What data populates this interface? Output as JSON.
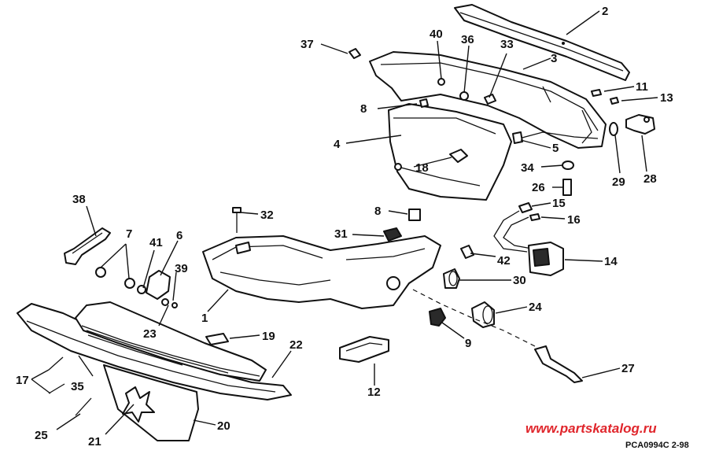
{
  "figure_code": "PCA0994C   2-98",
  "watermark": "www.partskatalog.ru",
  "callouts": [
    {
      "id": "c1",
      "label": "1"
    },
    {
      "id": "c2",
      "label": "2"
    },
    {
      "id": "c3",
      "label": "3"
    },
    {
      "id": "c4",
      "label": "4"
    },
    {
      "id": "c5",
      "label": "5"
    },
    {
      "id": "c6",
      "label": "6"
    },
    {
      "id": "c7",
      "label": "7"
    },
    {
      "id": "c8a",
      "label": "8"
    },
    {
      "id": "c8b",
      "label": "8"
    },
    {
      "id": "c9",
      "label": "9"
    },
    {
      "id": "c11",
      "label": "11"
    },
    {
      "id": "c12",
      "label": "12"
    },
    {
      "id": "c13",
      "label": "13"
    },
    {
      "id": "c14",
      "label": "14"
    },
    {
      "id": "c15",
      "label": "15"
    },
    {
      "id": "c16",
      "label": "16"
    },
    {
      "id": "c17",
      "label": "17"
    },
    {
      "id": "c18",
      "label": "18"
    },
    {
      "id": "c19",
      "label": "19"
    },
    {
      "id": "c20",
      "label": "20"
    },
    {
      "id": "c21",
      "label": "21"
    },
    {
      "id": "c22",
      "label": "22"
    },
    {
      "id": "c23",
      "label": "23"
    },
    {
      "id": "c24",
      "label": "24"
    },
    {
      "id": "c25",
      "label": "25"
    },
    {
      "id": "c26",
      "label": "26"
    },
    {
      "id": "c27",
      "label": "27"
    },
    {
      "id": "c28",
      "label": "28"
    },
    {
      "id": "c29",
      "label": "29"
    },
    {
      "id": "c30",
      "label": "30"
    },
    {
      "id": "c31",
      "label": "31"
    },
    {
      "id": "c32",
      "label": "32"
    },
    {
      "id": "c33",
      "label": "33"
    },
    {
      "id": "c34",
      "label": "34"
    },
    {
      "id": "c35",
      "label": "35"
    },
    {
      "id": "c36",
      "label": "36"
    },
    {
      "id": "c37",
      "label": "37"
    },
    {
      "id": "c38",
      "label": "38"
    },
    {
      "id": "c39",
      "label": "39"
    },
    {
      "id": "c40",
      "label": "40"
    },
    {
      "id": "c41",
      "label": "41"
    },
    {
      "id": "c42",
      "label": "42"
    }
  ]
}
